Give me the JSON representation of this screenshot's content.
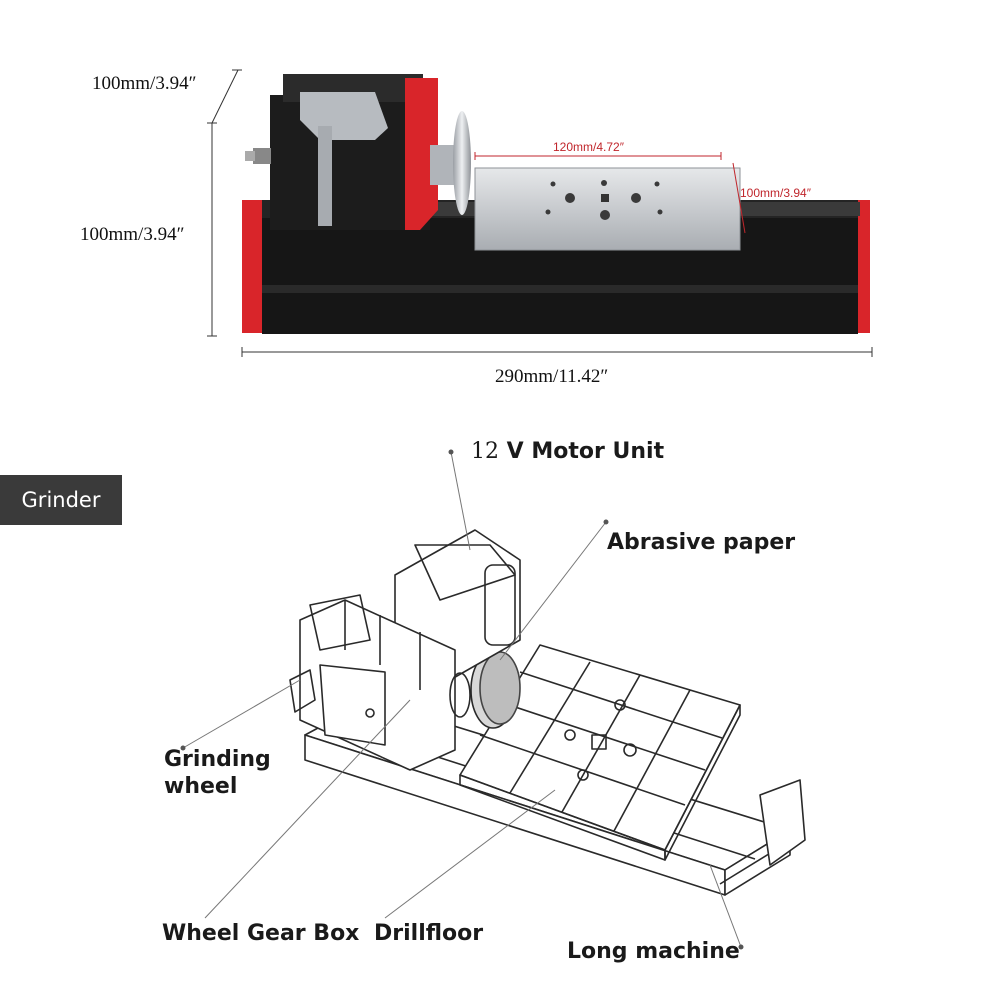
{
  "dimensions": {
    "depth": "100mm/3.94″",
    "height": "100mm/3.94″",
    "length": "290mm/11.42″",
    "table_length": "120mm/4.72″",
    "table_width": "100mm/3.94″"
  },
  "badge": {
    "label": "Grinder"
  },
  "callouts": {
    "motor_num": "12",
    "motor_text": "V Motor Unit",
    "abrasive": "Abrasive paper",
    "grinding_line1": "Grinding",
    "grinding_line2": "wheel",
    "gearbox": "Wheel Gear Box",
    "drillfloor": "Drillfloor",
    "long_machine": "Long machine"
  },
  "colors": {
    "accent_red": "#d9252a",
    "body_black": "#151515",
    "table_silver": "#c9ccd0",
    "badge_bg": "#3a3a3a"
  }
}
